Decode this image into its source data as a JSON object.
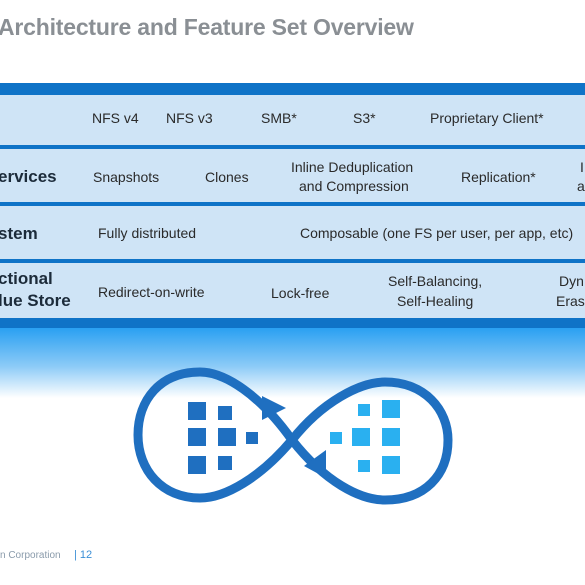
{
  "title": "Architecture and Feature Set Overview",
  "rows": [
    {
      "label": "",
      "cells": [
        "NFS v4",
        "NFS v3",
        "SMB*",
        "S3*",
        "Proprietary Client*"
      ]
    },
    {
      "label": "ervices",
      "cells": [
        "Snapshots",
        "Clones",
        "Inline Deduplication",
        "and Compression",
        "Replication*",
        "I",
        "a"
      ]
    },
    {
      "label": "stem",
      "cells": [
        "Fully distributed",
        "Composable (one FS per user, per app, etc)"
      ]
    },
    {
      "label_line1": "ctional",
      "label_line2": "lue Store",
      "cells": [
        "Redirect-on-write",
        "Lock-free",
        "Self-Balancing,",
        "Self-Healing",
        "Dyn",
        "Eras"
      ]
    }
  ],
  "footer": {
    "company": "n Corporation",
    "page": "| 12"
  },
  "colors": {
    "accent": "#0f73c7",
    "row_fill": "#cfe4f6",
    "title": "#8a8f94",
    "logo_blue": "#1f6fc0",
    "logo_cyan": "#2ab0f0"
  },
  "icons": [
    "infinity-logo-icon"
  ]
}
